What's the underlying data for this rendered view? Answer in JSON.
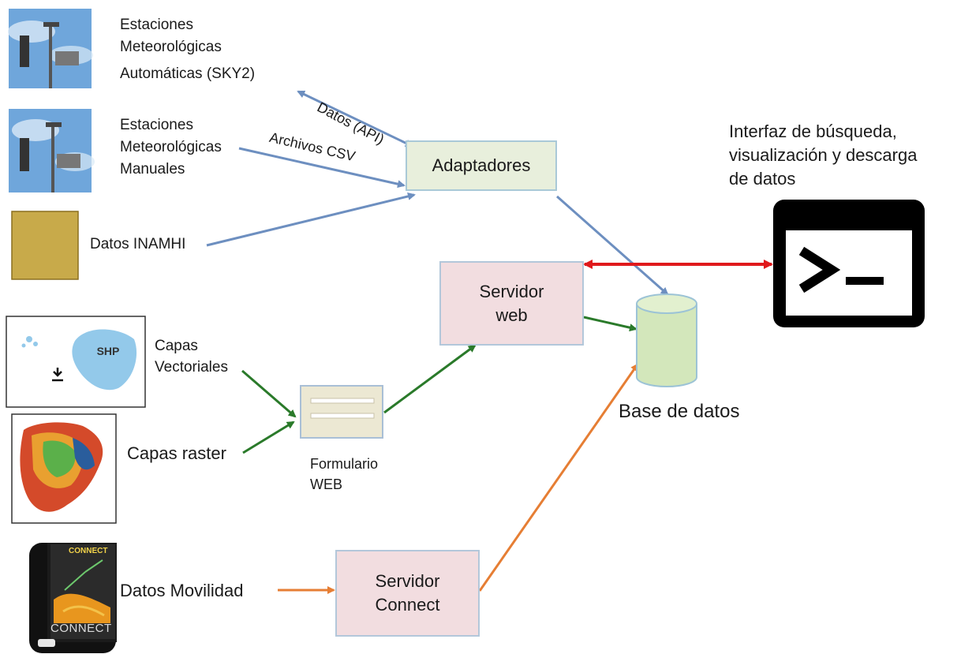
{
  "sources": {
    "auto_stations": [
      "Estaciones",
      "Meteorológicas",
      "Automáticas (SKY2)"
    ],
    "manual_stations": [
      "Estaciones",
      "Meteorológicas",
      "Manuales"
    ],
    "inamhi": "Datos INAMHI",
    "vector_layers": [
      "Capas",
      "Vectoriales"
    ],
    "shp_badge": "SHP",
    "raster_layers": "Capas raster",
    "mobility": "Datos Movilidad",
    "connect_logo_small": "CONNECT",
    "connect_logo": "CONNECT"
  },
  "arrows": {
    "api": "Datos (API)",
    "csv": "Archivos CSV"
  },
  "nodes": {
    "adapters": "Adaptadores",
    "web_server": [
      "Servidor",
      "web"
    ],
    "web_form": [
      "Formulario",
      "WEB"
    ],
    "connect_server": [
      "Servidor",
      "Connect"
    ],
    "database": "Base de datos"
  },
  "interface": [
    "Interfaz de búsqueda,",
    "visualización y descarga",
    "de datos"
  ],
  "colors": {
    "blue_arrow": "#6d8fc0",
    "green_arrow": "#2a7a2a",
    "orange_arrow": "#e67e34",
    "red_arrow": "#e0191c",
    "inamhi_fill": "#c8aa4a",
    "db_fill": "#d3e7bb"
  }
}
